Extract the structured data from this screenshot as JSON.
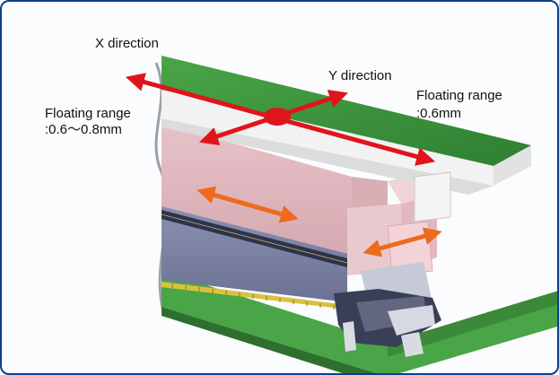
{
  "labels": {
    "x_direction": "X direction",
    "y_direction": "Y direction",
    "floating_range_left_title": "Floating range",
    "floating_range_left_value": ":0.6〜0.8mm",
    "floating_range_right_title": "Floating range",
    "floating_range_right_value": ":0.6mm"
  },
  "colors": {
    "frame_border": "#0d3f8c",
    "red_arrows": "#e0151b",
    "orange_arrows": "#ee6a1e",
    "pcb_green": "#3f9a3e",
    "housing_pink": "#e8c1c6",
    "connector_gray": "#7f86a6"
  }
}
